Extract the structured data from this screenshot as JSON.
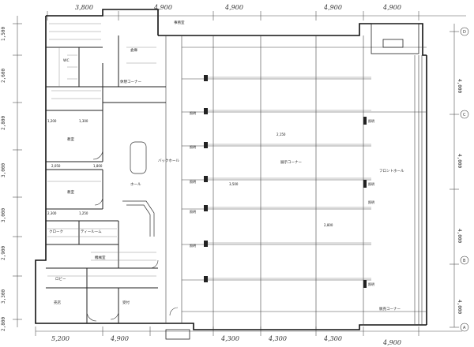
{
  "rooms": {
    "kyoushitsu_a": "教室",
    "kyoushitsu_b": "教室",
    "back_hall": "バックホール",
    "hall": "ホール",
    "event_corner": "展示コーナー",
    "front_hall": "フロントホール",
    "wc": "WC",
    "storage": "倉庫",
    "office": "事務室",
    "lounge_corner": "休憩コーナー",
    "lobby": "ロビー",
    "kiosk": "売店",
    "reception": "受付",
    "machine_room": "機械室",
    "sales_corner": "販売コーナー",
    "closet": "クローク",
    "tea_room": "ティールーム"
  },
  "top_dimensions": [
    "3,800",
    "4,900",
    "4,900",
    "4,900",
    "4,900"
  ],
  "bottom_dimensions": [
    "5,200",
    "4,900",
    "4,300",
    "4,300",
    "4,300",
    "4,900"
  ],
  "left_dimensions": [
    "1,500",
    "2,600",
    "2,800",
    "3,000",
    "3,000",
    "2,900",
    "3,300",
    "2,800"
  ],
  "right_dimensions": [
    "4,000",
    "4,000",
    "4,000",
    "4,000"
  ],
  "grid_marks_right": [
    "D",
    "C",
    "B",
    "A"
  ],
  "column_labels_left": [
    "照明",
    "照明",
    "照明",
    "照明",
    "照明"
  ],
  "column_labels_right": [
    "照明",
    "照明",
    "照明",
    "照明"
  ],
  "small_dims": [
    "1,200",
    "1,300",
    "2,050",
    "1,800",
    "2,300",
    "1,250",
    "2,150",
    "3,500",
    "2,800"
  ]
}
